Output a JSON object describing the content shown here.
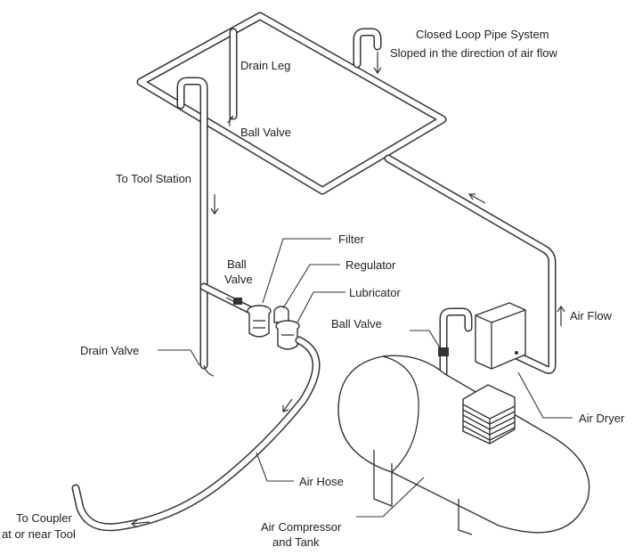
{
  "labels": {
    "title_line1": "Closed Loop Pipe System",
    "title_line2": "Sloped in the direction of air flow",
    "drain_leg": "Drain Leg",
    "ball_valve_top": "Ball Valve",
    "to_tool_station": "To Tool Station",
    "filter": "Filter",
    "ball_valve_mid_line1": "Ball",
    "ball_valve_mid_line2": "Valve",
    "regulator": "Regulator",
    "lubricator": "Lubricator",
    "ball_valve_right": "Ball Valve",
    "air_flow": "Air Flow",
    "drain_valve": "Drain Valve",
    "air_dryer": "Air Dryer",
    "air_hose": "Air Hose",
    "to_coupler_line1": "To Coupler",
    "to_coupler_line2": "at or near Tool",
    "compressor_line1": "Air Compressor",
    "compressor_line2": "and Tank"
  }
}
